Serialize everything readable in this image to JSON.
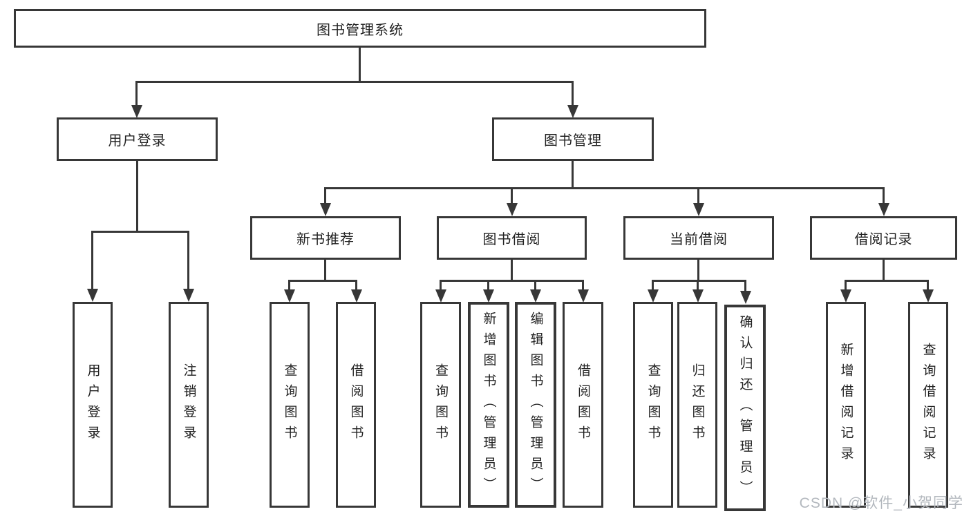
{
  "watermark": "CSDN @软件_小贺同学",
  "colors": {
    "line": "#373737",
    "box_border": "#373737",
    "text": "#222222",
    "watermark": "#b3b8be",
    "background": "#ffffff"
  },
  "tree": {
    "root": {
      "label": "图书管理系统"
    },
    "branches": [
      {
        "label": "用户登录",
        "children": [
          {
            "label": "用户登录"
          },
          {
            "label": "注销登录"
          }
        ]
      },
      {
        "label": "图书管理",
        "sections": [
          {
            "label": "新书推荐",
            "children": [
              {
                "label": "查询图书"
              },
              {
                "label": "借阅图书"
              }
            ]
          },
          {
            "label": "图书借阅",
            "children": [
              {
                "label": "查询图书"
              },
              {
                "label": "新增图书（管理员）"
              },
              {
                "label": "编辑图书（管理员）"
              },
              {
                "label": "借阅图书"
              }
            ]
          },
          {
            "label": "当前借阅",
            "children": [
              {
                "label": "查询图书"
              },
              {
                "label": "归还图书"
              },
              {
                "label": "确认归还（管理员）"
              }
            ]
          },
          {
            "label": "借阅记录",
            "children": [
              {
                "label": "新增借阅记录"
              },
              {
                "label": "查询借阅记录"
              }
            ]
          }
        ]
      }
    ]
  }
}
